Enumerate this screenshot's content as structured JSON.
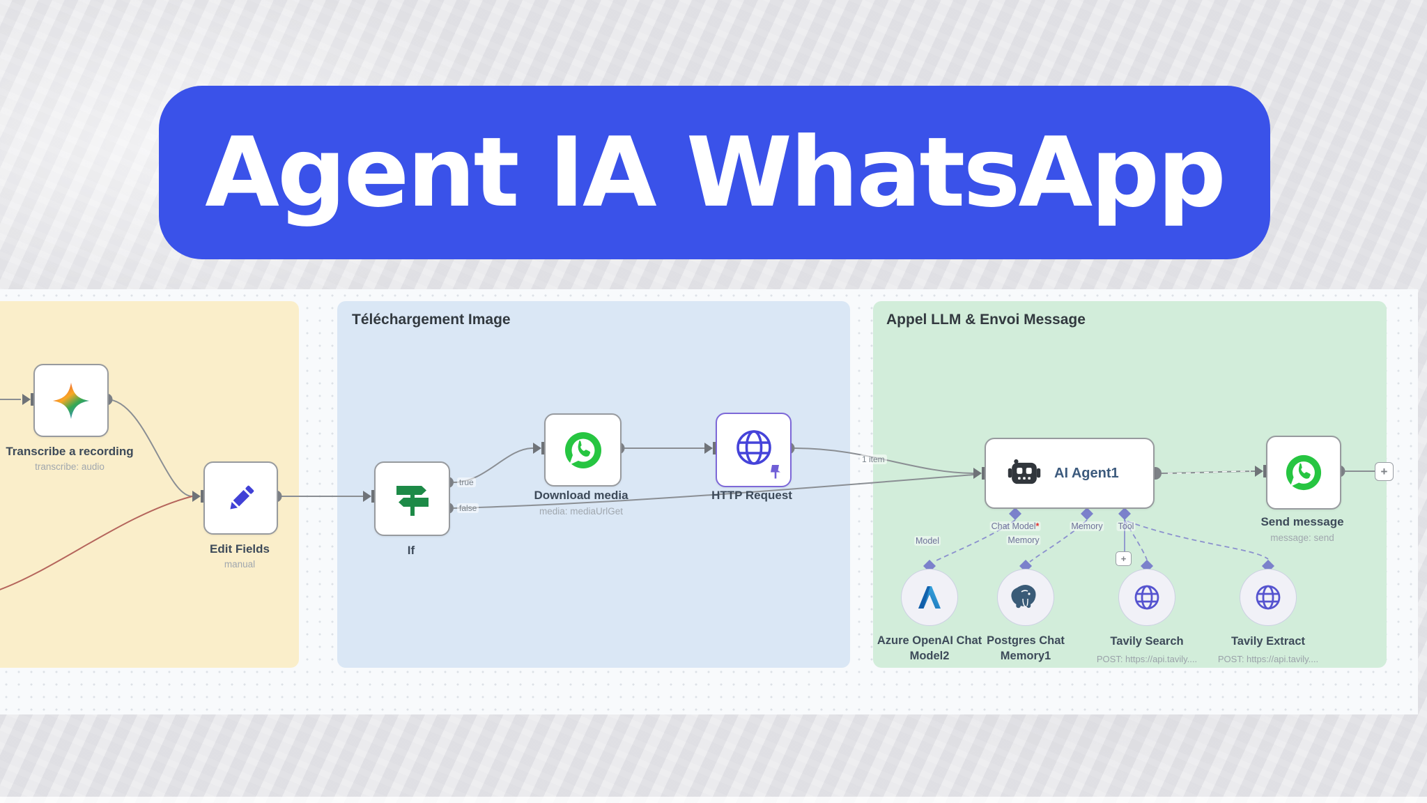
{
  "banner": {
    "text": "Agent IA WhatsApp",
    "bg_color": "#3a52e9",
    "text_color": "#ffffff"
  },
  "groups": {
    "download_image": {
      "title": "Téléchargement Image",
      "color": "#dae7f5"
    },
    "llm": {
      "title": "Appel LLM & Envoi Message",
      "color": "#d2edda"
    },
    "yellow": {
      "title": "",
      "color": "#faeeca"
    }
  },
  "nodes": {
    "transcribe": {
      "label": "Transcribe a recording",
      "subtitle": "transcribe: audio",
      "icon": "gemini-star-icon"
    },
    "edit_fields": {
      "label": "Edit Fields",
      "subtitle": "manual",
      "icon": "pencil-icon"
    },
    "if": {
      "label": "If",
      "icon": "signpost-icon"
    },
    "download_media": {
      "label": "Download media",
      "subtitle": "media: mediaUrlGet",
      "icon": "whatsapp-icon"
    },
    "http_request": {
      "label": "HTTP Request",
      "icon": "globe-icon",
      "pinned": true
    },
    "ai_agent": {
      "label": "AI Agent1",
      "icon": "robot-icon"
    },
    "send_message": {
      "label": "Send message",
      "subtitle": "message: send",
      "icon": "whatsapp-icon"
    },
    "azure_model": {
      "line1": "Azure OpenAI Chat",
      "line2": "Model2",
      "icon": "azure-icon"
    },
    "postgres_memory": {
      "line1": "Postgres Chat",
      "line2": "Memory1",
      "icon": "postgres-elephant-icon"
    },
    "tavily_search": {
      "label": "Tavily Search",
      "subtitle": "POST: https://api.tavily....",
      "icon": "globe-icon"
    },
    "tavily_extract": {
      "label": "Tavily Extract",
      "subtitle": "POST: https://api.tavily....",
      "icon": "globe-icon"
    }
  },
  "ports": {
    "true_label": "true",
    "false_label": "false",
    "one_item": "1 item",
    "chat_model": "Chat Model",
    "required_star": "*",
    "memory": "Memory",
    "tool": "Tool",
    "model_sub": "Model",
    "memory_sub": "Memory"
  },
  "buttons": {
    "plus_end": "+",
    "plus_tool": "+"
  },
  "colors": {
    "whatsapp_green": "#26c541",
    "http_accent_purple": "#7d68d8",
    "connector_purple": "#8b90ce",
    "line_gray": "#8a8e93",
    "error_line_red": "#b5655c",
    "node_border": "#979a9e",
    "azure_blue": "#2387c9",
    "if_green": "#1d8a47",
    "pencil_blue": "#4141d6"
  }
}
